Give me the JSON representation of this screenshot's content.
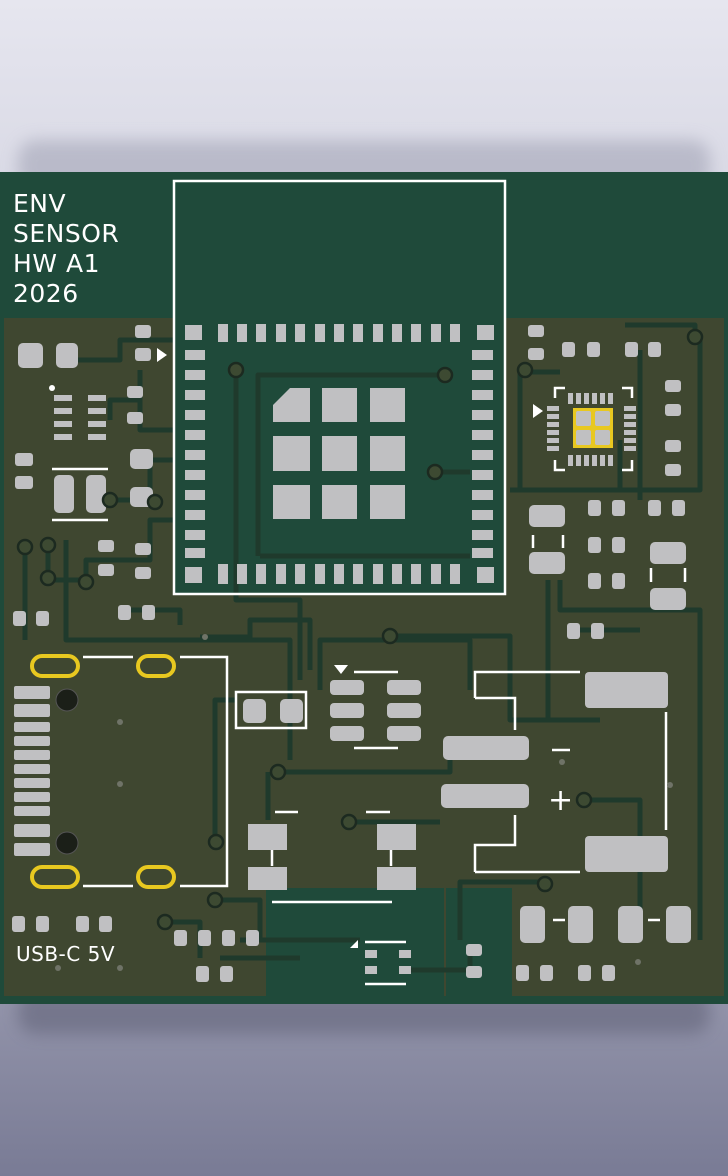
{
  "board": {
    "label_lines": [
      "ENV",
      "SENSOR",
      "HW A1",
      "2026"
    ],
    "usb_label": "USB-C 5V",
    "plus_marking": "+",
    "minus_marking": "−"
  },
  "colors": {
    "substrate": "#1f4a3a",
    "copper_fill": "#3f4730",
    "trace": "#1f3a2c",
    "pad": "#c0c0c2",
    "gold": "#e8c820",
    "silkscreen": "#ffffff"
  }
}
